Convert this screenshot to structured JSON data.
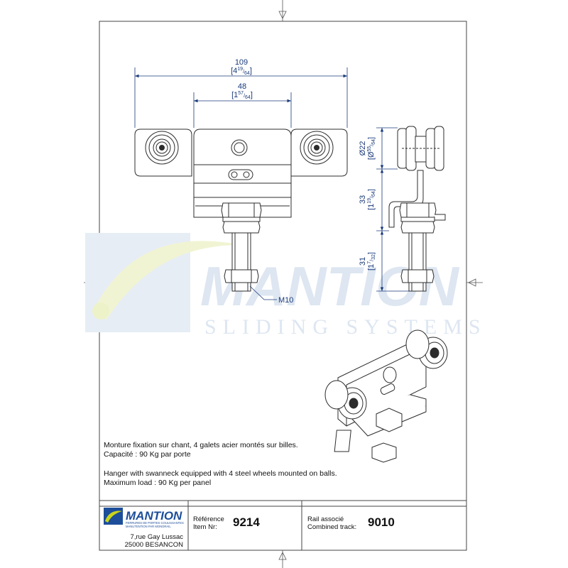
{
  "drawing": {
    "dimensions": {
      "overall_width": {
        "mm": "109",
        "inch_whole": "4",
        "inch_num": "19",
        "inch_den": "64"
      },
      "body_width": {
        "mm": "48",
        "inch_whole": "1",
        "inch_num": "57",
        "inch_den": "64"
      },
      "wheel_diameter": {
        "mm": "Ø22",
        "inch_prefix": "Ø",
        "inch_num": "55",
        "inch_den": "64"
      },
      "neck_height": {
        "mm": "33",
        "inch_whole": "1",
        "inch_num": "19",
        "inch_den": "64"
      },
      "bolt_length": {
        "mm": "31",
        "inch_whole": "1",
        "inch_num": "7",
        "inch_den": "32"
      },
      "thread": "M10"
    },
    "watermark": {
      "brand": "MANTION",
      "tagline": "SLIDING SYSTEMS"
    },
    "line_color": "#2c2c2c",
    "dimension_color": "#1a3a7a",
    "watermark_color": "#dde6f1"
  },
  "description": {
    "fr": {
      "line1": "Monture fixation sur chant, 4 galets acier montés sur billes.",
      "line2": "Capacité : 90 Kg par porte"
    },
    "en": {
      "line1": "Hanger with swanneck equipped with 4 steel wheels mounted on balls.",
      "line2": "Maximum load : 90 Kg per panel"
    }
  },
  "title_block": {
    "logo": {
      "brand": "MANTION",
      "tagline1": "FERRURES DE PORTES COULISSANTES",
      "tagline2": "MANUTENTION PAR MONORAIL",
      "brand_color": "#1d4e9a",
      "accent_color": "#c9d41a"
    },
    "address": {
      "line1": "7,rue Gay Lussac",
      "line2": "25000 BESANCON"
    },
    "reference": {
      "label_fr": "Référence",
      "label_en": "Item Nr:",
      "value": "9214"
    },
    "rail": {
      "label_fr": "Rail associé",
      "label_en": "Combined track:",
      "value": "9010"
    }
  }
}
